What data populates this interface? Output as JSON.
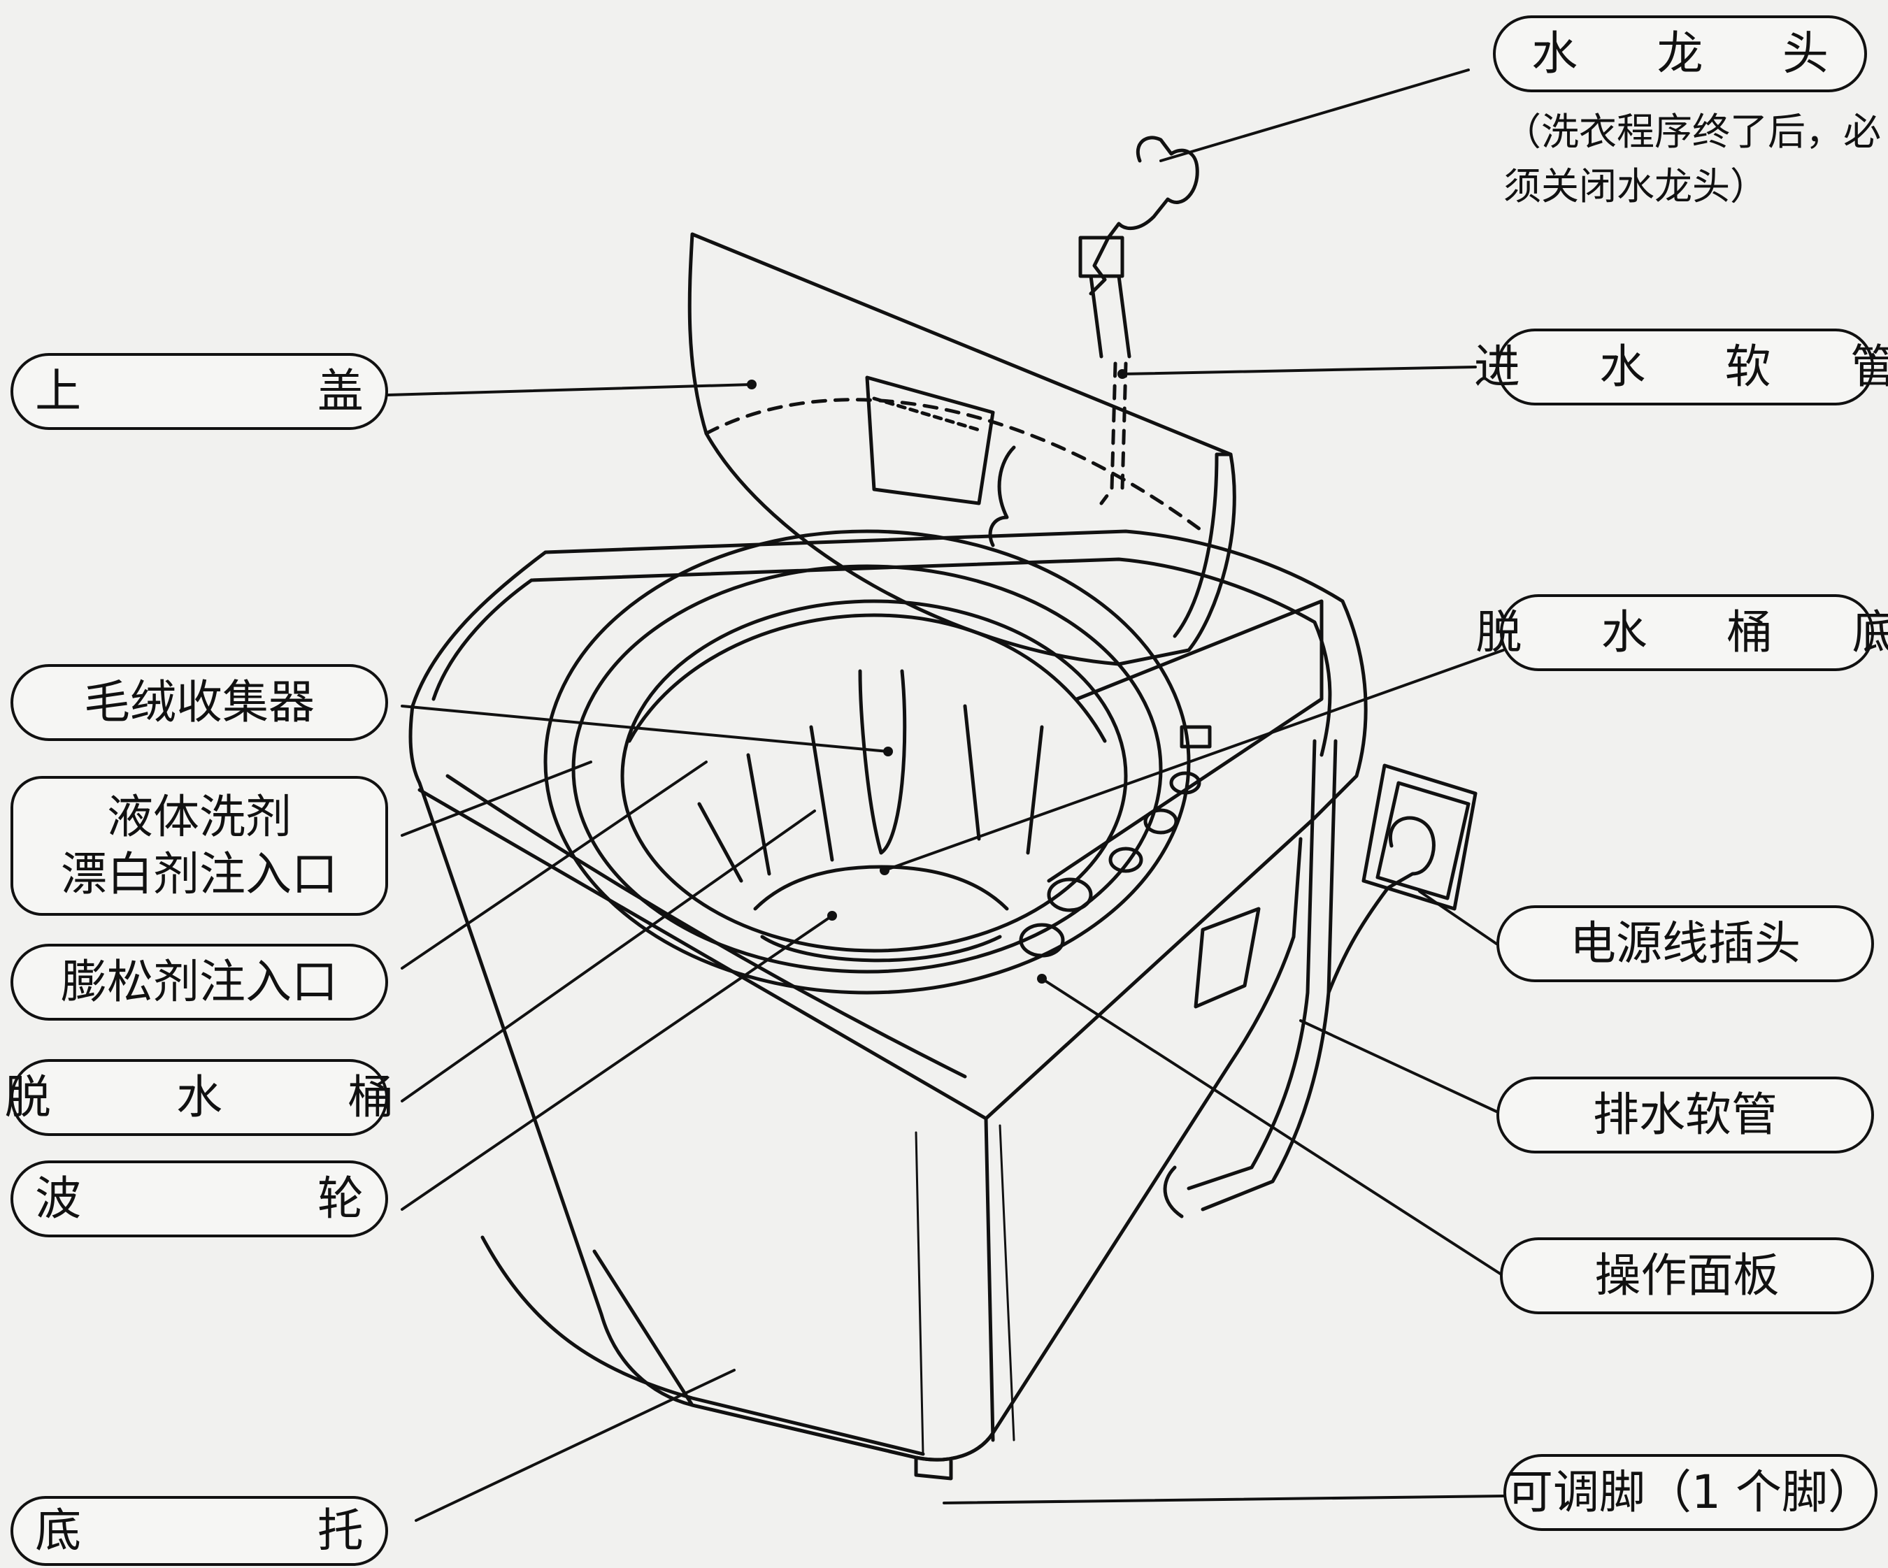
{
  "labels": {
    "faucet": "水 龙 头",
    "faucet_note_1": "（洗衣程序终了后，必",
    "faucet_note_2": "须关闭水龙头）",
    "inlet_hose": "进 水 软 管",
    "top_lid": "上 盖",
    "lint_collector": "毛绒收集器",
    "liquid_detergent_1": "液体洗剂",
    "liquid_detergent_2": "漂白剂注入口",
    "softener_inlet": "膨松剂注入口",
    "spin_tub": "脱 水 桶",
    "pulsator": "波 轮",
    "spin_tub_bottom": "脱 水 桶 底",
    "power_plug": "电源线插头",
    "drain_hose": "排水软管",
    "control_panel": "操作面板",
    "adjustable_foot": "可调脚（1 个脚）",
    "base": "底 托"
  }
}
